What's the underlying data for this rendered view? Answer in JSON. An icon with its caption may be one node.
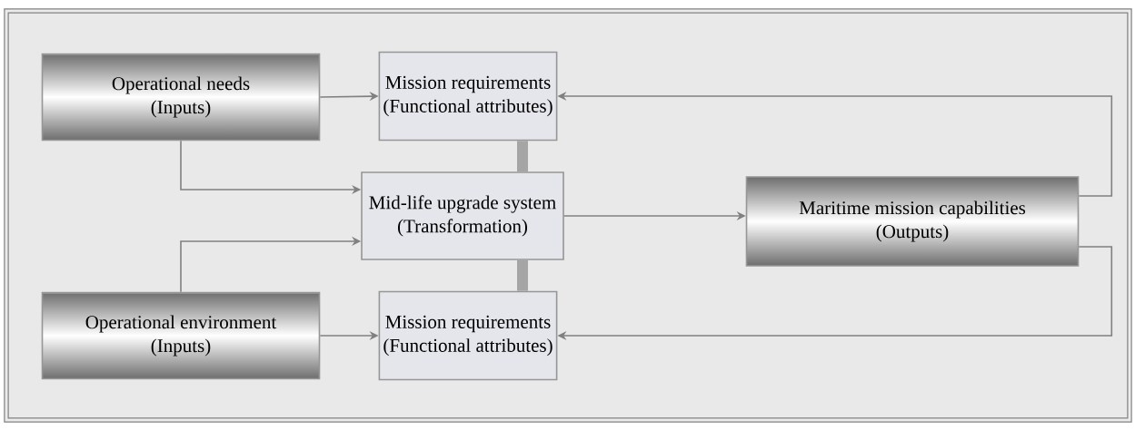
{
  "diagram": {
    "nodes": [
      {
        "text": [
          "Operational needs",
          "(Inputs)"
        ]
      },
      {
        "text": [
          "Mission requirements",
          "(Functional attributes)"
        ]
      },
      {
        "text": [
          "Mid-life upgrade system",
          "(Transformation)"
        ]
      },
      {
        "text": [
          "Maritime mission capabilities",
          "(Outputs)"
        ]
      },
      {
        "text": [
          "Operational environment",
          "(Inputs)"
        ]
      },
      {
        "text": [
          "Mission requirements",
          "(Functional attributes)"
        ]
      }
    ],
    "edges": [
      {
        "from": 0,
        "to": 1,
        "arrow": "to"
      },
      {
        "from": 0,
        "to": 2,
        "arrow": "to"
      },
      {
        "from": 2,
        "to": 3,
        "arrow": "to"
      },
      {
        "from": 3,
        "to": 1,
        "arrow": "to"
      },
      {
        "from": 4,
        "to": 2,
        "arrow": "to"
      },
      {
        "from": 4,
        "to": 5,
        "arrow": "to"
      },
      {
        "from": 3,
        "to": 5,
        "arrow": "to"
      },
      {
        "from": 1,
        "to": 2,
        "arrow": "none",
        "style": "thick"
      },
      {
        "from": 2,
        "to": 5,
        "arrow": "none",
        "style": "thick"
      }
    ]
  }
}
